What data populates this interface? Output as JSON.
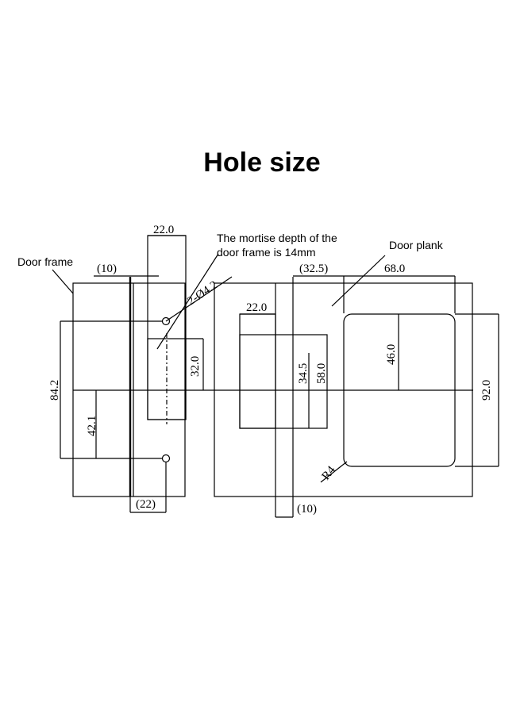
{
  "title": "Hole size",
  "labels": {
    "door_frame": "Door frame",
    "mortise_note_line1": "The mortise depth of the",
    "mortise_note_line2": "door frame is 14mm",
    "door_plank": "Door plank"
  },
  "dimensions": {
    "frame_width_22": "22.0",
    "frame_offset_10": "(10)",
    "hole_spec": "2-Ø4.2",
    "frame_slot_32": "32.0",
    "frame_height_84": "84.2",
    "frame_half_42": "42.1",
    "frame_bottom_22": "(22)",
    "plank_offset_32": "(32.5)",
    "plank_width_68": "68.0",
    "plank_slot_22": "22.0",
    "plank_34": "34.5",
    "plank_58": "58.0",
    "plank_46": "46.0",
    "plank_92": "92.0",
    "plank_radius": "R4",
    "plank_bottom_10": "(10)"
  }
}
